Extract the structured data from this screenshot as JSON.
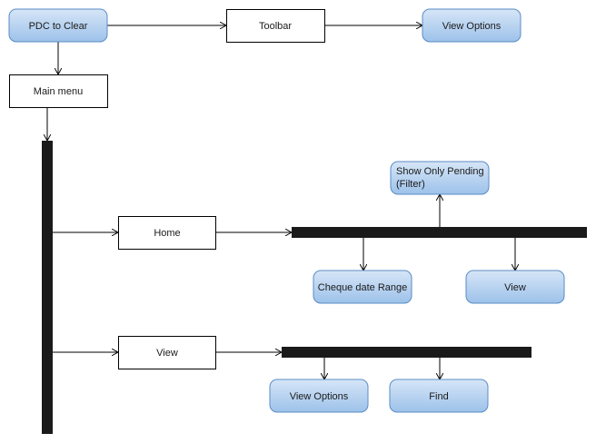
{
  "nodes": {
    "pdc_to_clear": "PDC to Clear",
    "toolbar": "Toolbar",
    "view_options_top": "View Options",
    "main_menu": "Main menu",
    "show_only_pending_line1": "Show Only Pending",
    "show_only_pending_line2": "(Filter)",
    "home": "Home",
    "cheque_date_range": "Cheque date Range",
    "view_home": "View",
    "view_menu": "View",
    "view_options_bottom": "View Options",
    "find": "Find"
  },
  "colors": {
    "rounded_fill_top": "#d6e6f7",
    "rounded_fill_bottom": "#9dc2ea",
    "rounded_stroke": "#5b8cc4",
    "bar": "#1a1a1a",
    "rect_stroke": "#000000"
  }
}
